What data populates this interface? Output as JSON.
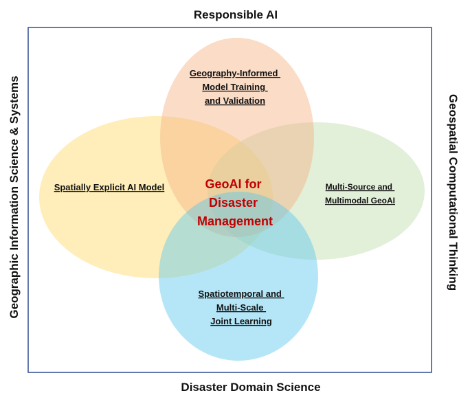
{
  "axes": {
    "top": "Responsible AI",
    "bottom": "Disaster Domain Science",
    "left": "Geographic Information Science & Systems",
    "right": "Geospatial Computational Thinking"
  },
  "topics": {
    "top": [
      "Geography-Informed",
      "Model Training",
      "and Validation"
    ],
    "left": [
      "Spatially Explicit AI Model"
    ],
    "right": [
      "Multi-Source and",
      "Multimodal GeoAI"
    ],
    "bottom": [
      "Spatiotemporal and",
      "Multi-Scale",
      "Joint Learning"
    ]
  },
  "center": [
    "GeoAI for",
    "Disaster",
    "Management"
  ],
  "colors": {
    "frame": "#2f4f8f",
    "top_ellipse": "#f4b183",
    "left_ellipse": "#ffd966",
    "right_ellipse": "#c5e0b4",
    "bottom_ellipse": "#5bc8ee",
    "center_text": "#c00000"
  }
}
